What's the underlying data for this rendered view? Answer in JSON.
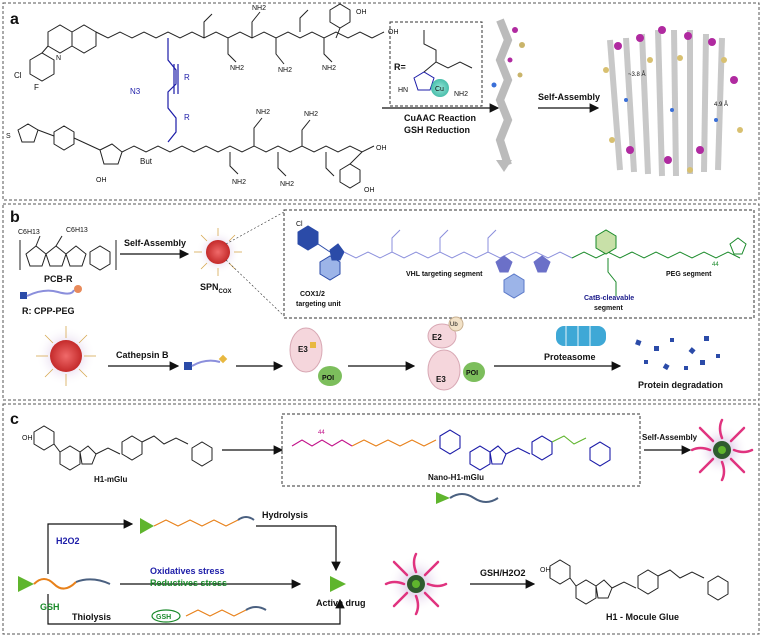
{
  "panels": {
    "a": {
      "letter": "a",
      "r_label": "R=",
      "n3_label": "N3",
      "r_groups": [
        "R",
        "R"
      ],
      "reaction_labels": [
        "CuAAC Reaction",
        "GSH Reduction"
      ],
      "self_assembly": "Self-Assembly",
      "distance_a": "~3.8 Å",
      "distance_b": "4.9 Å",
      "fragments": [
        "F",
        "Cl",
        "N",
        "NH",
        "O",
        "OH",
        "But",
        "NH2",
        "H2N",
        "HN",
        "Cu",
        "S"
      ]
    },
    "b": {
      "letter": "b",
      "polymer_label": "PCB-R",
      "r_label": "R: CPP-PEG",
      "side_chains": [
        "C6H13",
        "C6H13"
      ],
      "self_assembly": "Self-Assembly",
      "spn_label": "SPN",
      "spn_sub": "COX",
      "cox_label_1": "COX1/2",
      "cox_label_2": "targeting unit",
      "vhl_label": "VHL targeting segment",
      "catb_label_1": "CatB-cleavable",
      "catb_label_2": "segment",
      "peg_label": "PEG segment",
      "peg_n": "44",
      "cathepsin": "Cathepsin B",
      "e3_label": "E3",
      "e2_label": "E2",
      "ub_label": "Ub",
      "poi_label": "POI",
      "proteasome": "Proteasome",
      "degradation": "Protein degradation",
      "cl_label": "Cl"
    },
    "c": {
      "letter": "c",
      "h1_label": "H1-mGlu",
      "nano_label": "Nano-H1-mGlu",
      "self_assembly": "Self-Assembly",
      "peg_n": "44",
      "h2o2": "H2O2",
      "hydrolysis": "Hydrolysis",
      "oxidative": "Oxidatives stress",
      "reductive": "Reductives stress",
      "active": "Active drug",
      "gsh": "GSH",
      "gsh_box": "GSH",
      "thiolysis": "Thiolysis",
      "gsh_h2o2": "GSH/H2O2",
      "final_label": "H1 - Mocule Glue"
    }
  },
  "colors": {
    "linker_blue": "#1c1ca8",
    "peg_magenta": "#c2128a",
    "orange": "#e8811a",
    "green": "#5fb52d",
    "cox_blue": "#2b4ba8",
    "vhl_lavender": "#8b8fdc",
    "catb_green": "#1a8a2a",
    "nano_pink": "#e0337f",
    "core_red": "#d94040"
  }
}
